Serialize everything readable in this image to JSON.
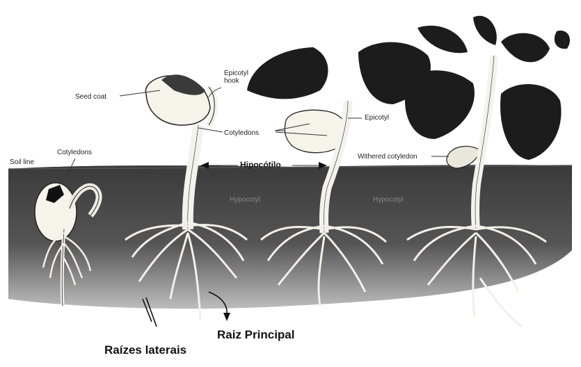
{
  "labels": {
    "seed_coat": "Seed coat",
    "epicotyl_hook_line1": "Epicotyl",
    "epicotyl_hook_line2": "hook",
    "cotyledons_top": "Cotyledons",
    "soil_line": "Soil line",
    "cotyledons_left": "Cotyledons",
    "epicotyl": "Epicotyl",
    "withered_cotyledon": "Withered cotyledon",
    "hypocotyl_1": "Hypocotyl",
    "hypocotyl_2": "Hypocotyl",
    "hipocotilo": "Hipocótilo",
    "raiz_principal": "Raiz Principal",
    "raizes_laterais": "Raízes laterais"
  },
  "colors": {
    "soil": "#4a4a4a",
    "soil_dark": "#2e2e2e",
    "plant": "#f4f2ec",
    "leaf": "#1c1c1c",
    "ink": "#222222"
  }
}
